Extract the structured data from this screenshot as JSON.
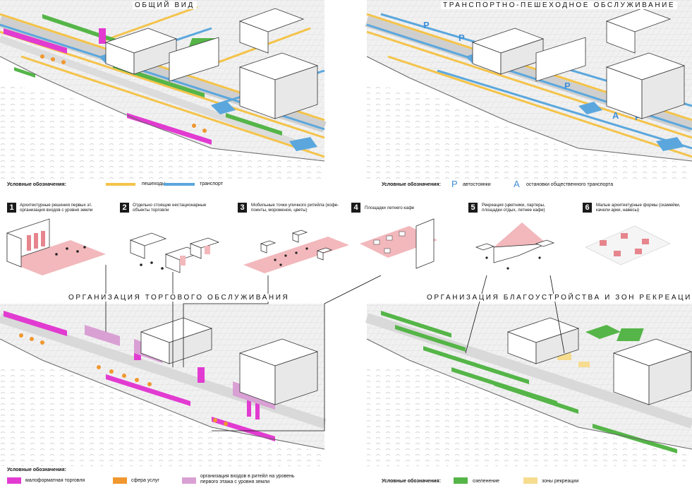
{
  "panels": {
    "top_left": {
      "title": "ОБЩИЙ ВИД",
      "legend_label": "Условные обозначения:",
      "legend": [
        {
          "label": "пешеходы",
          "color": "#f4c34a"
        },
        {
          "label": "транспорт",
          "color": "#5ba7dd"
        }
      ]
    },
    "top_right": {
      "title": "ТРАНСПОРТНО-ПЕШЕХОДНОЕ ОБСЛУЖИВАНИЕ",
      "legend_label": "Условные обозначения:",
      "legend": [
        {
          "symbol": "P",
          "label": "автостоянки",
          "color": "#3f8fd8"
        },
        {
          "symbol": "A",
          "label": "остановки общественного транспорта",
          "color": "#3f8fd8"
        }
      ]
    },
    "bottom_left": {
      "title": "ОРГАНИЗАЦИЯ ТОРГОВОГО ОБСЛУЖИВАНИЯ",
      "legend_label": "Условные обозначения:",
      "legend": [
        {
          "label": "малоформатная торговля",
          "color": "#e23bd1"
        },
        {
          "label": "сфера услуг",
          "color": "#f0972f"
        },
        {
          "label": "организация входов в ритейл на уровень первого этажа  с уровня земли",
          "color": "#d9a0d4"
        }
      ]
    },
    "bottom_right": {
      "title": "ОРГАНИЗАЦИЯ БЛАГОУСТРОЙСТВА И ЗОН РЕКРЕАЦИИ",
      "legend_label": "Условные обозначения:",
      "legend": [
        {
          "label": "озеленение",
          "color": "#55b548"
        },
        {
          "label": "зоны рекреации",
          "color": "#f6dc8f"
        }
      ]
    }
  },
  "items": [
    {
      "num": "1",
      "text": "Архитектурные решения первых эт. организация входов с уровня земли"
    },
    {
      "num": "2",
      "text": "Отдельно стоящие нестационарные объекты торговли"
    },
    {
      "num": "3",
      "text": "Мобильные точки уличного ритейла (кофе-поинты, мороженое, цветы)"
    },
    {
      "num": "4",
      "text": "Площадки летнего кафе"
    },
    {
      "num": "5",
      "text": "Рекреация (цветники, партеры, площадки отдых, летнее кафе)"
    },
    {
      "num": "6",
      "text": "Малые архитектурные формы (скамейки, качели арки, навесы)"
    }
  ],
  "colors": {
    "pink_area": "#f2b8bc",
    "magenta": "#e23bd1",
    "orange": "#f0972f",
    "green": "#55b548",
    "blue": "#5ba7dd",
    "yellow": "#f4c34a"
  }
}
